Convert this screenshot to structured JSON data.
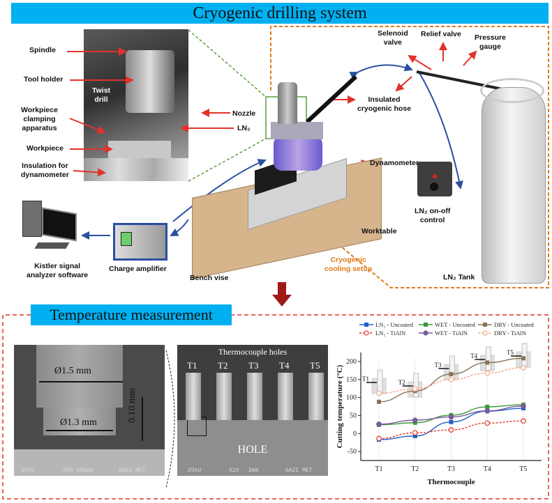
{
  "titles": {
    "top": "Cryogenic  drilling system",
    "bottom": "Temperature measurement"
  },
  "photo_labels": {
    "spindle": "Spindle",
    "tool_holder": "Tool holder",
    "clamping_1": "Workpiece",
    "clamping_2": "clamping",
    "clamping_3": "apparatus",
    "workpiece": "Workpiece",
    "insulation_1": "Insulation for",
    "insulation_2": "dynamometer",
    "twist_1": "Twist",
    "twist_2": "drill",
    "nozzle": "Nozzle",
    "ln2": "LN₂"
  },
  "setup_labels": {
    "selenoid_1": "Selenoid",
    "selenoid_2": "valve",
    "relief": "Relief valve",
    "pressure_1": "Pressure",
    "pressure_2": "gauge",
    "hose_1": "Insulated",
    "hose_2": "cryogenic  hose",
    "dynamometer": "Dynamometer",
    "worktable": "Worktable",
    "ln2_control_1": "LN₂ on-off",
    "ln2_control_2": "control",
    "cooling_1": "Cryogenic",
    "cooling_2": "cooling setup",
    "ln2_tank": "LN₂ Tank",
    "bench_vise": "Bench vise",
    "charge_amp": "Charge amplifier",
    "kistler_1": "Kistler signal",
    "kistler_2": "analyzer software"
  },
  "sem1": {
    "dia_top": "Ø1.5 mm",
    "dia_bottom": "Ø1.3 mm",
    "depth": "0.10 mm",
    "kv": "25kU",
    "mag": "X50 500µm",
    "lab": "GAZI MET"
  },
  "sem2": {
    "title": "Thermocouple holes",
    "holes": [
      "T1",
      "T2",
      "T3",
      "T4",
      "T5"
    ],
    "hole_label": "HOLE",
    "kv": "25kU",
    "mag": "X10",
    "scale": "2mm",
    "lab": "GAZI MET"
  },
  "chart_data": {
    "type": "line",
    "title": "",
    "xlabel": "Thermocouple",
    "ylabel": "Cutting temperature (°C)",
    "categories": [
      "T1",
      "T2",
      "T3",
      "T4",
      "T5"
    ],
    "ylim": [
      -75,
      225
    ],
    "yticks": [
      -50,
      0,
      50,
      100,
      150,
      200
    ],
    "grid": "vertical-dotted",
    "legend_position": "top",
    "series": [
      {
        "name": "LN₂ - Uncoated",
        "color": "#1f5fc8",
        "marker": "square",
        "dashed": false,
        "values": [
          -17,
          -7,
          32,
          62,
          70
        ]
      },
      {
        "name": "WET - Uncoated",
        "color": "#3a9a35",
        "marker": "square",
        "dashed": false,
        "values": [
          24,
          30,
          51,
          74,
          80
        ]
      },
      {
        "name": "DRY - Uncoated",
        "color": "#8b7355",
        "marker": "square",
        "dashed": false,
        "values": [
          88,
          118,
          165,
          197,
          209
        ]
      },
      {
        "name": "LN₂ - TiAlN",
        "color": "#e8332a",
        "marker": "circle-open",
        "dashed": true,
        "values": [
          -14,
          2,
          10,
          29,
          35
        ]
      },
      {
        "name": "WET - TiAlN",
        "color": "#7a5aa0",
        "marker": "circle",
        "dashed": false,
        "values": [
          26,
          37,
          46,
          63,
          76
        ]
      },
      {
        "name": "DRY - TiAlN",
        "color": "#f4a582",
        "marker": "circle-open",
        "dashed": true,
        "values": [
          112,
          124,
          150,
          168,
          183
        ]
      }
    ]
  }
}
